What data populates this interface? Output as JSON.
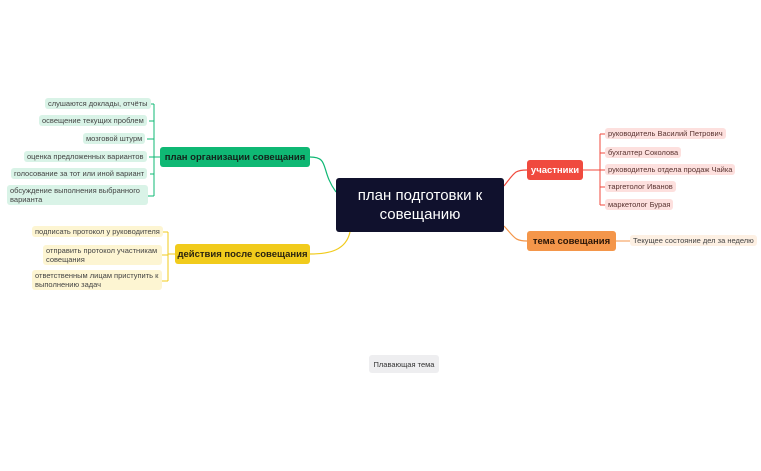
{
  "central": {
    "title": "план подготовки к совещанию"
  },
  "branches": {
    "plan": {
      "label": "план организации совещания",
      "items": [
        "слушаются доклады, отчёты",
        "освещение текущих проблем",
        "мозговой штурм",
        "оценка предложенных вариантов",
        "голосование за тот или иной вариант",
        "обсуждение выполнения выбранного варианта"
      ]
    },
    "actions": {
      "label": "действия после совещания",
      "items": [
        "подписать протокол у руководителя",
        "отправить протокол участникам совещания",
        "ответственным лицам приступить к выполнению задач"
      ]
    },
    "participants": {
      "label": "участники",
      "items": [
        "руководитель Василий Петрович",
        "бухгалтер Соколова",
        "руководитель отдела продаж Чайка",
        "таргетолог Иванов",
        "маркетолог Бурая"
      ]
    },
    "topic": {
      "label": "тема совещания",
      "items": [
        "Текущее состояние дел за неделю"
      ]
    }
  },
  "floating": {
    "label": "Плавающая тема"
  },
  "colors": {
    "central": "#10112d",
    "green": "#0fb874",
    "yellow": "#f1cb1c",
    "red": "#f04a3e",
    "orange": "#f4964a"
  }
}
